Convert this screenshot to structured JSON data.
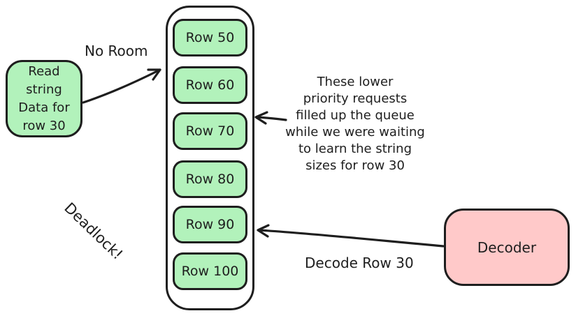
{
  "colors": {
    "green": "#b2f2bb",
    "pink": "#ffc9c9",
    "stroke": "#1e1e1e",
    "background": "#ffffff"
  },
  "read_request": {
    "lines": [
      "Read",
      "string",
      "Data for",
      "row 30"
    ]
  },
  "labels": {
    "no_room": "No Room",
    "deadlock": "Deadlock!",
    "decode_row": "Decode Row 30"
  },
  "queue": {
    "rows": [
      "Row 50",
      "Row 60",
      "Row 70",
      "Row 80",
      "Row 90",
      "Row 100"
    ]
  },
  "annotation": {
    "lines": [
      "These lower",
      "priority requests",
      "filled up the queue",
      "while we were waiting",
      "to learn the string",
      "sizes for row 30"
    ]
  },
  "decoder": {
    "label": "Decoder"
  }
}
